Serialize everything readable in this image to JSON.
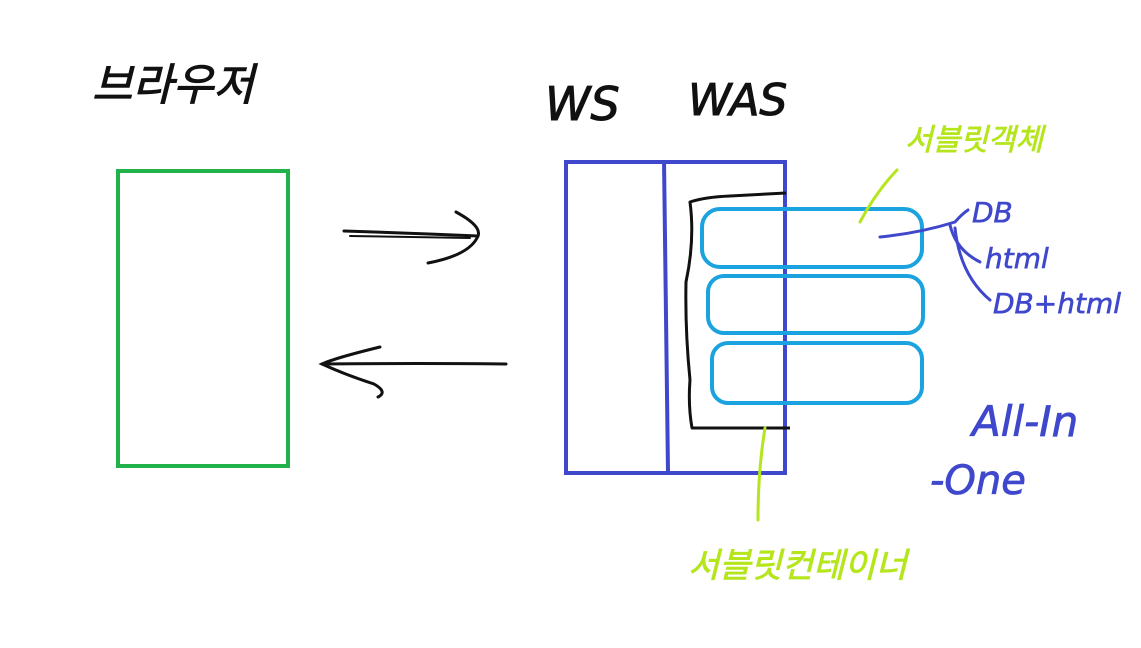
{
  "labels": {
    "browser": "브라우저",
    "ws": "WS",
    "was": "WAS",
    "servlet_object": "서블릿객체",
    "servlet_container": "서블릿컨테이너",
    "db": "DB",
    "html": "html",
    "db_html": "DB+html",
    "all_in_one_line1": "All-In",
    "all_in_one_line2": "-One"
  },
  "colors": {
    "black_ink": "#111111",
    "green_box": "#22b24c",
    "blue_box": "#3f48cc",
    "cyan_cell": "#1aa3df",
    "lime_note": "#b5e61d"
  }
}
